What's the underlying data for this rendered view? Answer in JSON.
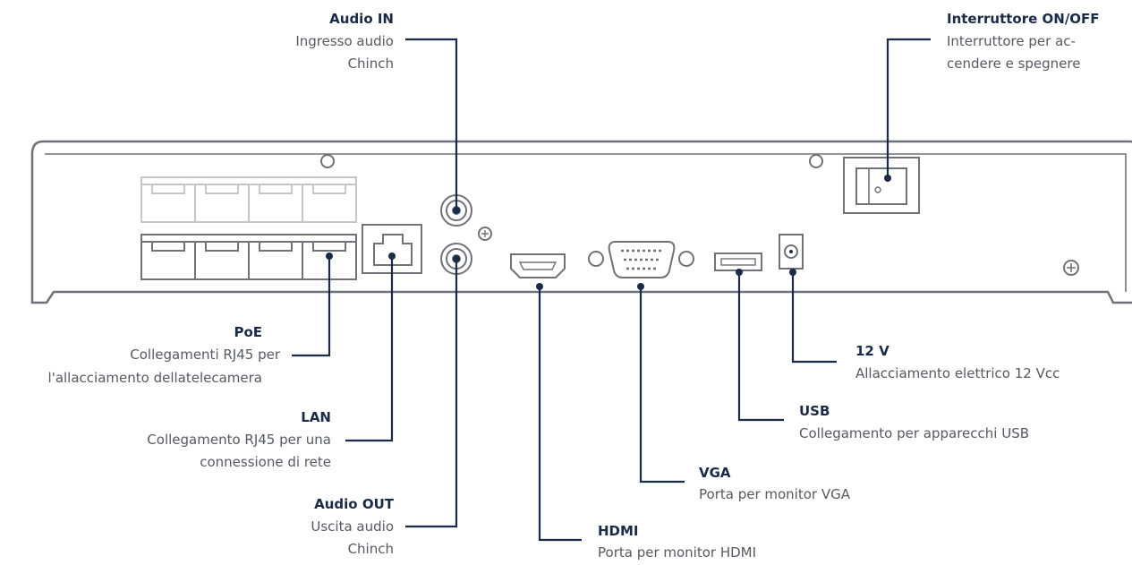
{
  "callouts": {
    "audio_in": {
      "title": "Audio IN",
      "lines": [
        "Ingresso audio",
        "Chinch"
      ]
    },
    "switch": {
      "title": "Interruttore ON/OFF",
      "lines": [
        "Interruttore per ac-",
        "cendere e spegnere"
      ]
    },
    "poe": {
      "title": "PoE",
      "lines": [
        "Collegamenti RJ45 per",
        "l'allacciamento dellatelecamera"
      ]
    },
    "lan": {
      "title": "LAN",
      "lines": [
        "Collegamento RJ45 per una",
        "connessione di rete"
      ]
    },
    "audio_out": {
      "title": "Audio OUT",
      "lines": [
        "Uscita audio",
        "Chinch"
      ]
    },
    "hdmi": {
      "title": "HDMI",
      "lines": [
        "Porta per monitor HDMI"
      ]
    },
    "vga": {
      "title": "VGA",
      "lines": [
        "Porta per monitor VGA"
      ]
    },
    "usb": {
      "title": "USB",
      "lines": [
        "Collegamento per apparecchi USB"
      ]
    },
    "power": {
      "title": "12 V",
      "lines": [
        "Allacciamento elettrico 12 Vcc"
      ]
    }
  },
  "colors": {
    "label": "#1a2b47",
    "description": "#555a62",
    "device": "#6f7278"
  }
}
